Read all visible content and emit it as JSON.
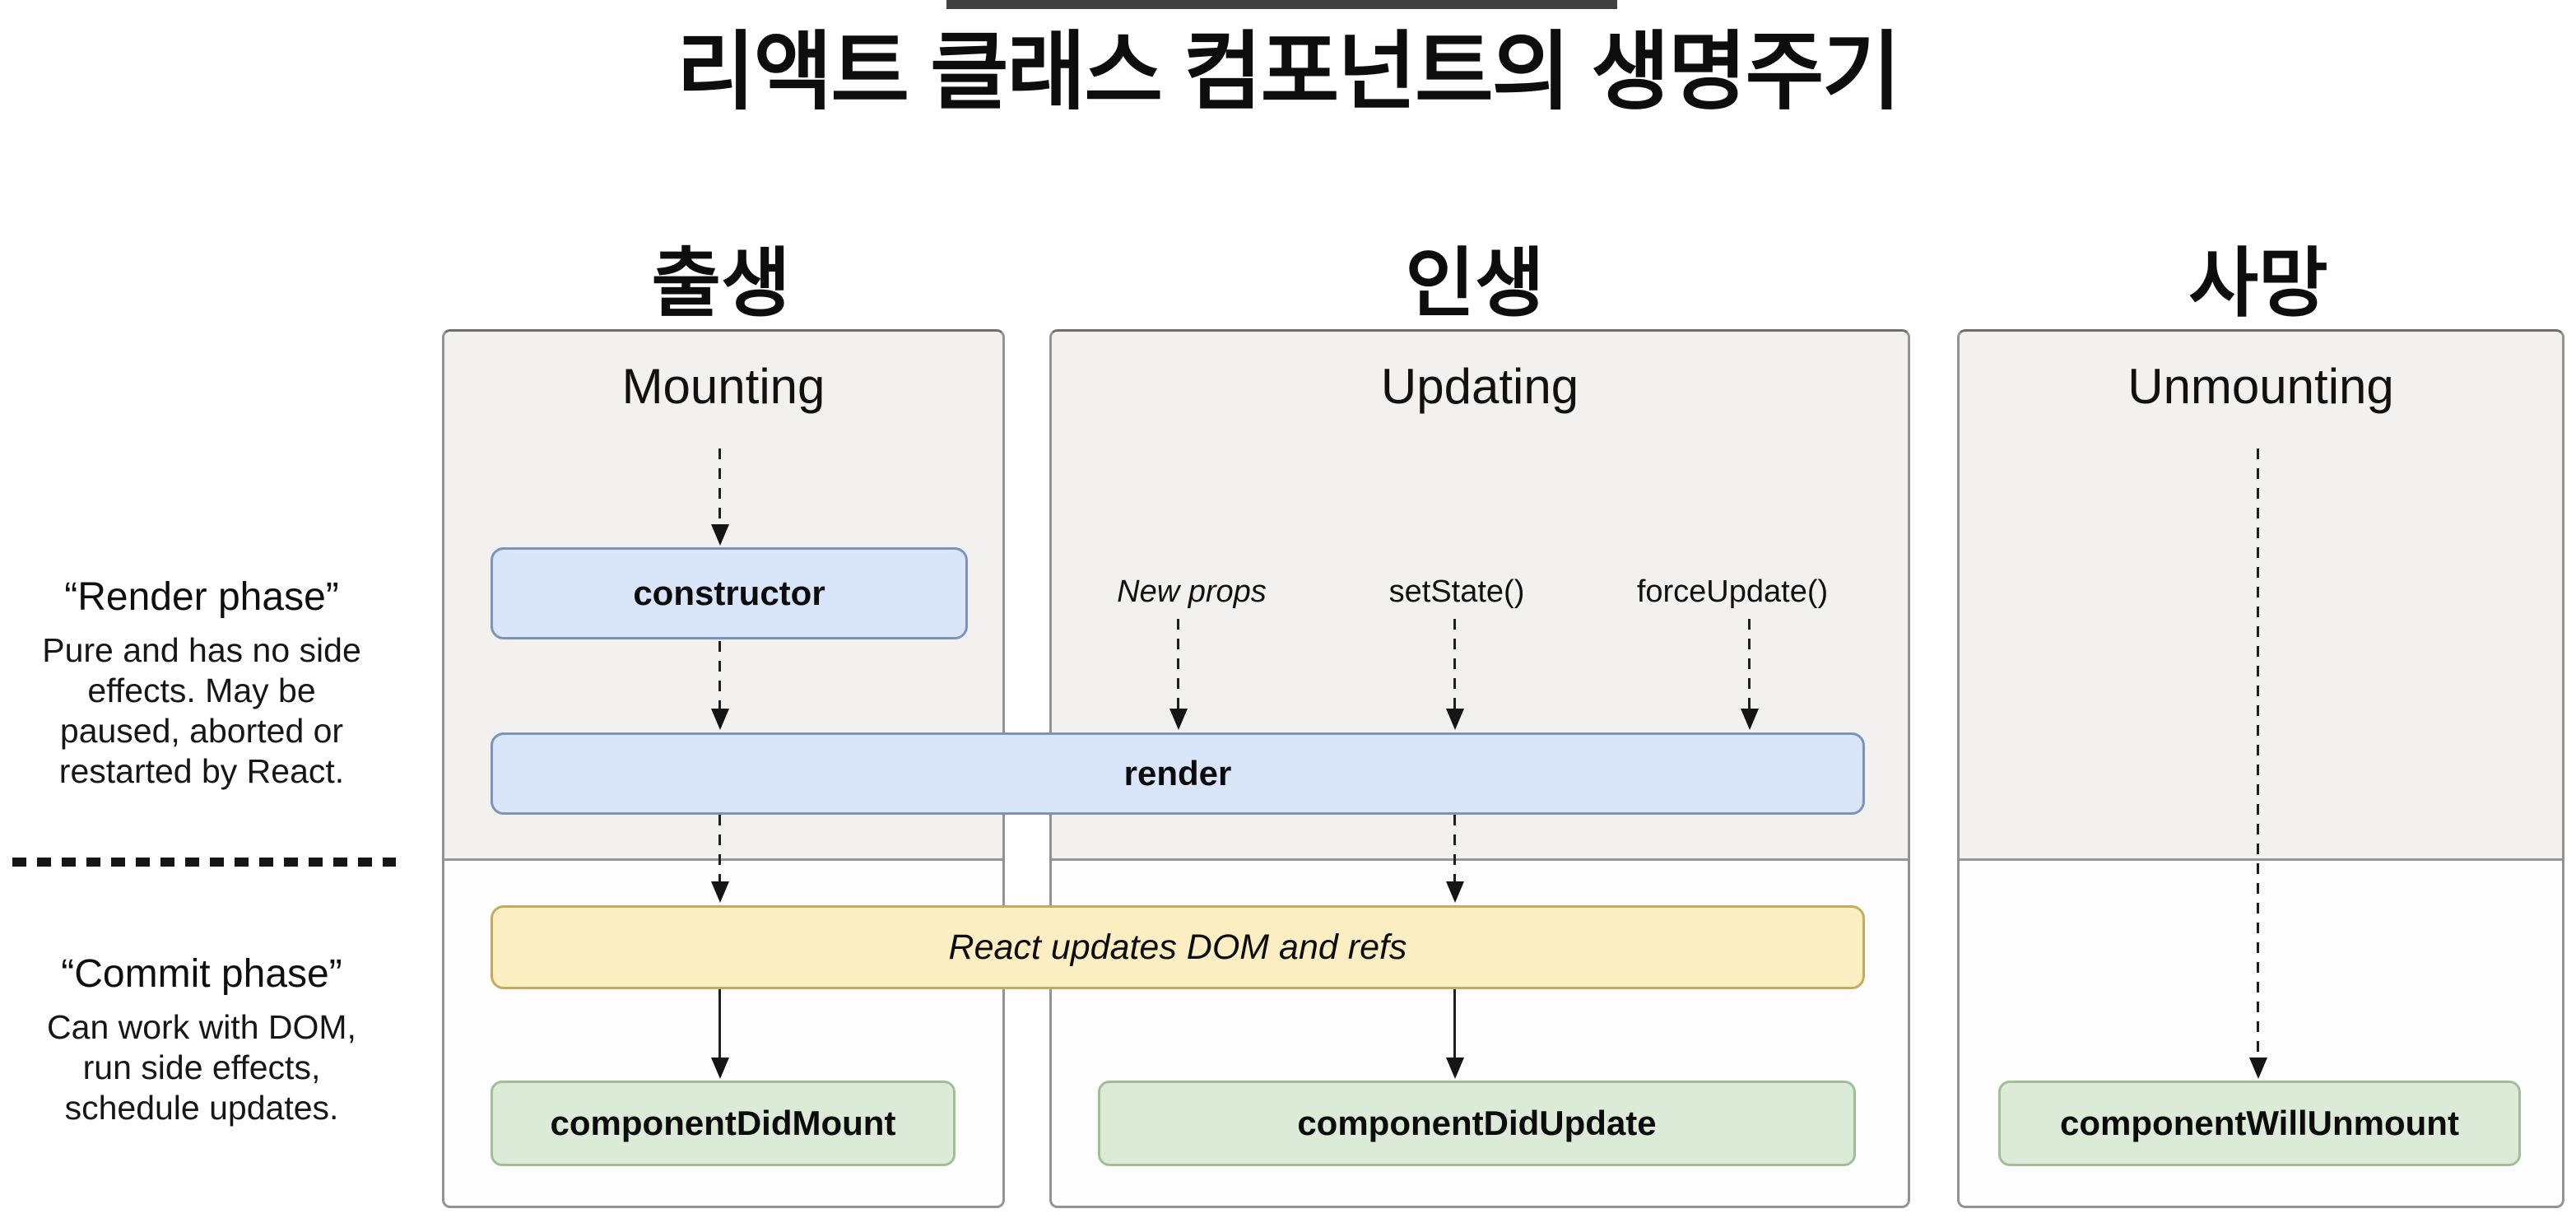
{
  "title": {
    "text": "리액트 클래스 컴포넌트의 생명주기"
  },
  "sidebar": {
    "render_phase": {
      "title": "“Render phase”",
      "lines": [
        "Pure and has no side",
        "effects. May be",
        "paused, aborted or",
        "restarted by React."
      ]
    },
    "commit_phase": {
      "title": "“Commit phase”",
      "lines": [
        "Can work with DOM,",
        "run side effects,",
        "schedule updates."
      ]
    }
  },
  "columns": [
    {
      "id": "mounting",
      "korean_header": "출생",
      "title": "Mounting"
    },
    {
      "id": "updating",
      "korean_header": "인생",
      "title": "Updating",
      "triggers": [
        "New props",
        "setState()",
        "forceUpdate()"
      ]
    },
    {
      "id": "unmounting",
      "korean_header": "사망",
      "title": "Unmounting"
    }
  ],
  "nodes": {
    "constructor": "constructor",
    "render": "render",
    "react_updates": "React updates DOM and refs",
    "component_did_mount": "componentDidMount",
    "component_did_update": "componentDidUpdate",
    "component_will_unmount": "componentWillUnmount"
  },
  "colors": {
    "accent-blue-fill": "#d9e5f8",
    "accent-blue-border": "#7e93ba",
    "accent-yellow-fill": "#fbeec2",
    "accent-yellow-border": "#c4ab61",
    "accent-green-fill": "#dcead8",
    "accent-green-border": "#a0bf99",
    "column-gray-fill": "#f2f1f0",
    "column-border": "#939393",
    "title-bar": "#414141",
    "ink": "#161616"
  }
}
